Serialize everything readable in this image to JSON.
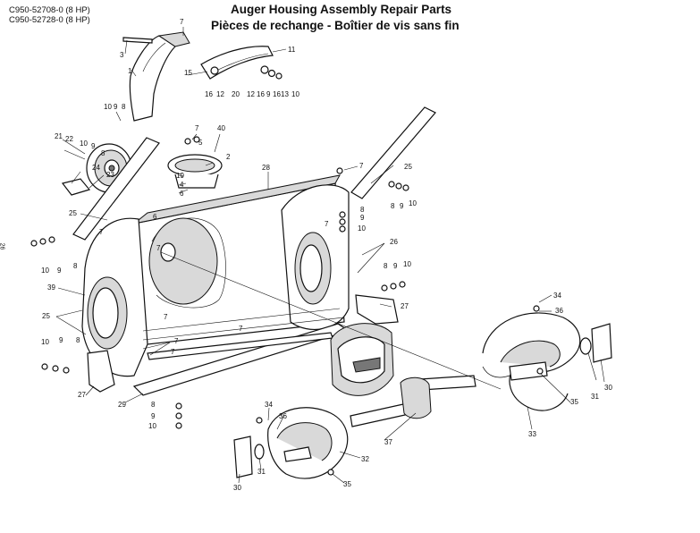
{
  "header": {
    "model_lines": [
      "C950-52708-0 (8 HP)",
      "C950-52728-0 (8 HP)"
    ],
    "title_en": "Auger Housing Assembly Repair Parts",
    "title_fr": "Pièces de rechange - Boîtier de vis sans fin"
  },
  "page_side_number": "26",
  "callouts": [
    "7",
    "3",
    "1",
    "11",
    "15",
    "16",
    "12",
    "20",
    "12",
    "16",
    "9",
    "16",
    "13",
    "10",
    "10",
    "9",
    "8",
    "21",
    "22",
    "10",
    "9",
    "8",
    "7",
    "5",
    "40",
    "2",
    "19",
    "4",
    "6",
    "24",
    "23",
    "28",
    "7",
    "25",
    "25",
    "7",
    "8",
    "9",
    "10",
    "6",
    "7",
    "8",
    "9",
    "10",
    "10",
    "9",
    "8",
    "7",
    "26",
    "8",
    "9",
    "10",
    "39",
    "25",
    "7",
    "7",
    "27",
    "34",
    "36",
    "10",
    "9",
    "8",
    "7",
    "7",
    "27",
    "29",
    "8",
    "9",
    "10",
    "34",
    "36",
    "31",
    "30",
    "33",
    "35",
    "37",
    "32",
    "30",
    "31",
    "35"
  ]
}
